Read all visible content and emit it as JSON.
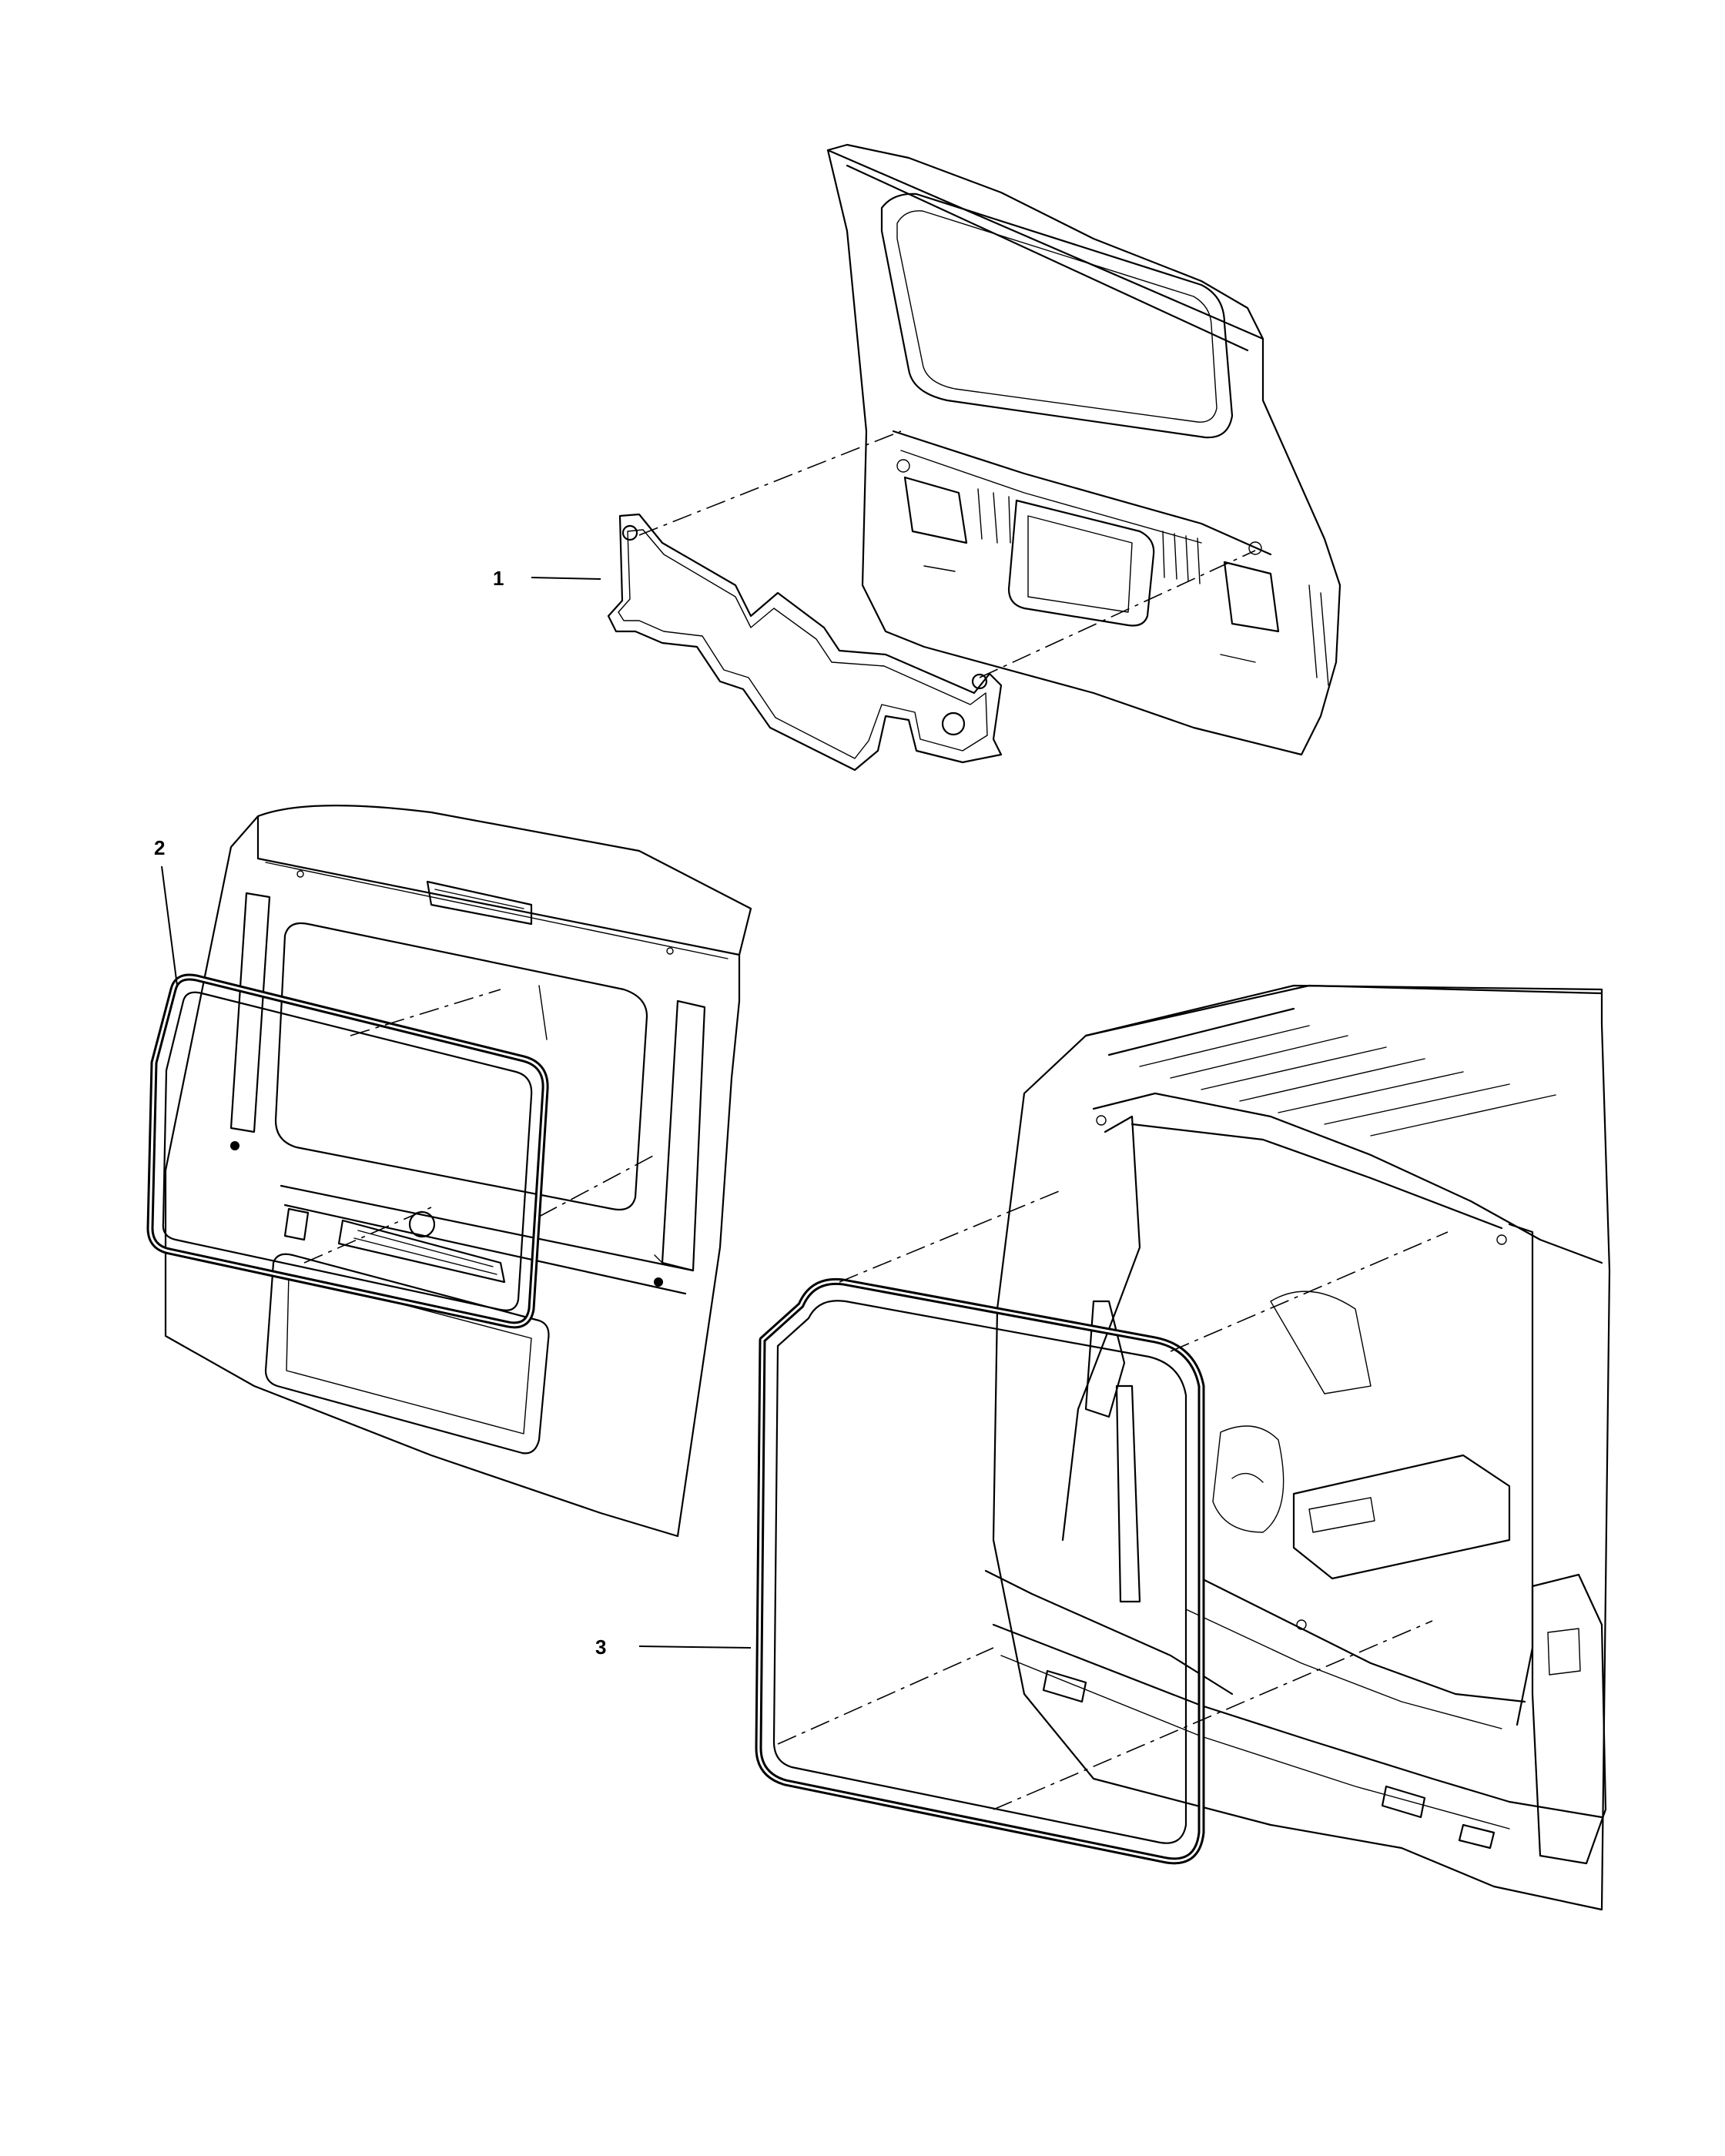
{
  "diagram": {
    "callouts": [
      {
        "id": "1",
        "label": "1"
      },
      {
        "id": "2",
        "label": "2"
      },
      {
        "id": "3",
        "label": "3"
      }
    ],
    "parts": [
      {
        "callout": "1",
        "icon": "liftgate-shield-icon"
      },
      {
        "callout": "2",
        "icon": "glass-weatherstrip-icon"
      },
      {
        "callout": "3",
        "icon": "body-opening-weatherstrip-icon"
      }
    ]
  }
}
